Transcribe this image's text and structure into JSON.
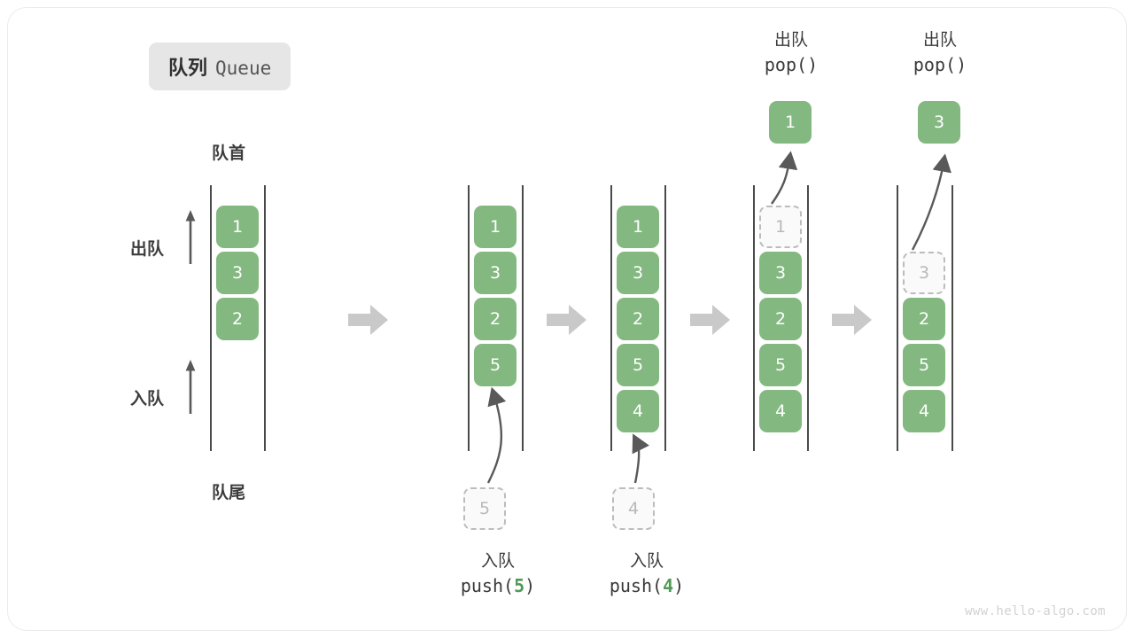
{
  "title": {
    "cn": "队列",
    "en": "Queue"
  },
  "labels": {
    "head": "队首",
    "tail": "队尾",
    "dequeue": "出队",
    "enqueue": "入队"
  },
  "colors": {
    "cell_fill": "#84b881",
    "cell_text": "#ffffff",
    "ghost_border": "#bcbcbc",
    "ghost_text": "#b9b9b9",
    "rail": "#4a4a4a",
    "step_arrow": "#c9c9c9",
    "badge_bg": "#e6e6e6",
    "arg_green": "#4f9a54"
  },
  "columns": [
    {
      "name": "initial-queue",
      "cells": [
        "1",
        "3",
        "2"
      ],
      "ghost": null,
      "popped": null,
      "op_cn": null,
      "op_code": null,
      "op_arg": null
    },
    {
      "name": "after-push-5",
      "cells": [
        "1",
        "3",
        "2",
        "5"
      ],
      "ghost": "5",
      "popped": null,
      "op_cn": "入队",
      "op_code_prefix": "push(",
      "op_arg": "5",
      "op_code_suffix": ")"
    },
    {
      "name": "after-push-4",
      "cells": [
        "1",
        "3",
        "2",
        "5",
        "4"
      ],
      "ghost": "4",
      "popped": null,
      "op_cn": "入队",
      "op_code_prefix": "push(",
      "op_arg": "4",
      "op_code_suffix": ")"
    },
    {
      "name": "after-pop-1",
      "cells": [
        "3",
        "2",
        "5",
        "4"
      ],
      "ghost": "1",
      "popped": "1",
      "op_cn": "出队",
      "op_code_prefix": "pop(",
      "op_arg": "",
      "op_code_suffix": ")"
    },
    {
      "name": "after-pop-3",
      "cells": [
        "2",
        "5",
        "4"
      ],
      "ghost": "3",
      "popped": "3",
      "op_cn": "出队",
      "op_code_prefix": "pop(",
      "op_arg": "",
      "op_code_suffix": ")"
    }
  ],
  "step_arrows": 4,
  "watermark": "www.hello-algo.com"
}
